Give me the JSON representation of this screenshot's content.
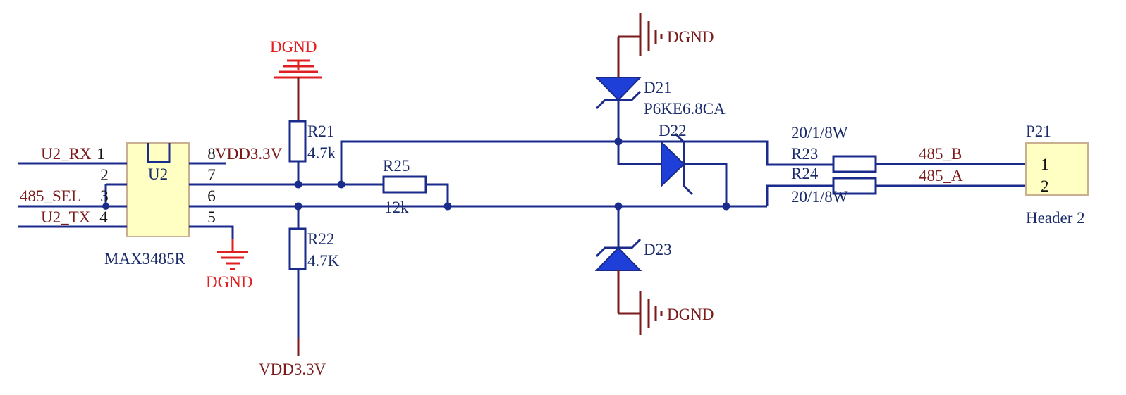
{
  "colors": {
    "wire": "#1a2b8c",
    "net_label": "#7a1a1a",
    "ground_red": "#e02020",
    "chip_fill": "#ffffc4",
    "diode_fill": "#1f40d8"
  },
  "u2": {
    "designator": "U2",
    "part": "MAX3485R",
    "pin1": "1",
    "pin2": "2",
    "pin3": "3",
    "pin4": "4",
    "pin5": "5",
    "pin6": "6",
    "pin7": "7",
    "pin8": "8"
  },
  "nets": {
    "rx": "U2_RX",
    "sel": "485_SEL",
    "tx": "U2_TX",
    "vdd_pin8": "VDD3.3V",
    "gnd_pin5": "DGND",
    "gnd_r21": "DGND",
    "vdd_r22": "VDD3.3V",
    "gnd_d21": "DGND",
    "gnd_d23": "DGND",
    "b": "485_B",
    "a": "485_A"
  },
  "r21": {
    "designator": "R21",
    "value": "4.7k"
  },
  "r22": {
    "designator": "R22",
    "value": "4.7K"
  },
  "r25": {
    "designator": "R25",
    "value": "12k"
  },
  "r23": {
    "designator": "R23",
    "value": "20/1/8W"
  },
  "r24": {
    "designator": "R24",
    "value": "20/1/8W"
  },
  "d21": {
    "designator": "D21",
    "value": "P6KE6.8CA"
  },
  "d22": {
    "designator": "D22"
  },
  "d23": {
    "designator": "D23"
  },
  "p21": {
    "designator": "P21",
    "part": "Header 2",
    "pin1": "1",
    "pin2": "2"
  }
}
